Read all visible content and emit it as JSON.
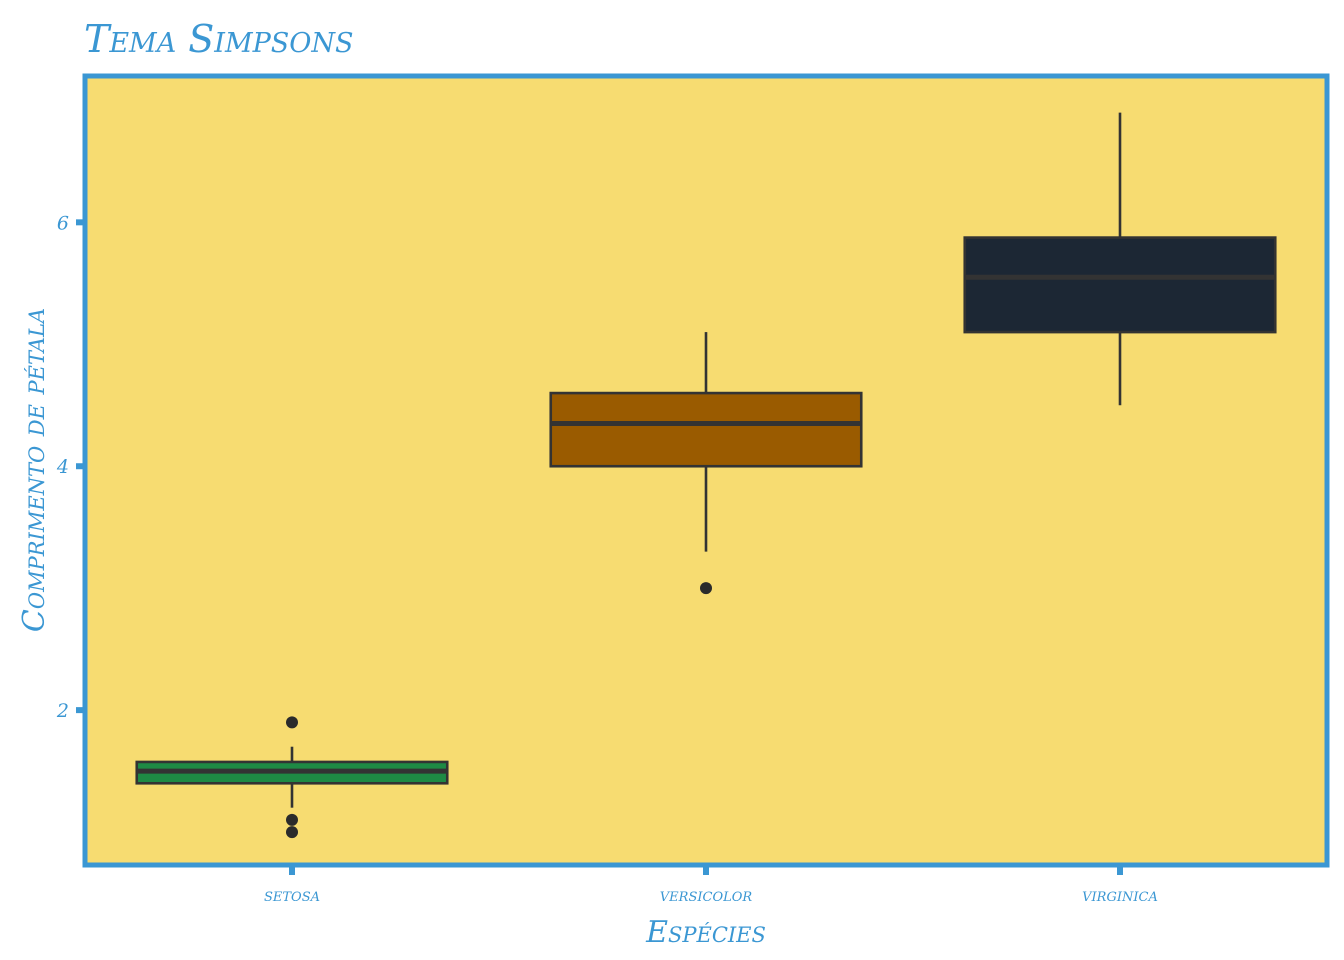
{
  "chart_data": {
    "type": "boxplot",
    "title": "Tema Simpsons",
    "xlabel": "Espécies",
    "ylabel": "Comprimento de pétala",
    "ylim": [
      0.73,
      7.2
    ],
    "yticks": [
      2,
      4,
      6
    ],
    "grid": false,
    "legend": "none",
    "categories": [
      "setosa",
      "versicolor",
      "virginica"
    ],
    "series": [
      {
        "category": "setosa",
        "whisker_low": 1.2,
        "q1": 1.4,
        "median": 1.5,
        "q3": 1.575,
        "whisker_high": 1.7,
        "outliers": [
          1.0,
          1.1,
          1.9
        ],
        "fill": "#1E8A44"
      },
      {
        "category": "versicolor",
        "whisker_low": 3.3,
        "q1": 4.0,
        "median": 4.35,
        "q3": 4.6,
        "whisker_high": 5.1,
        "outliers": [
          3.0
        ],
        "fill": "#9A5B00"
      },
      {
        "category": "virginica",
        "whisker_low": 4.5,
        "q1": 5.1,
        "median": 5.55,
        "q3": 5.875,
        "whisker_high": 6.9,
        "outliers": [],
        "fill": "#1C2734"
      }
    ],
    "colors": {
      "panel_background": "#F7DC71",
      "panel_border": "#3B97D3",
      "text": "#3B97D3",
      "box_line": "#333333",
      "median_line": "#333333",
      "outlier": "#2B2B2B"
    }
  }
}
